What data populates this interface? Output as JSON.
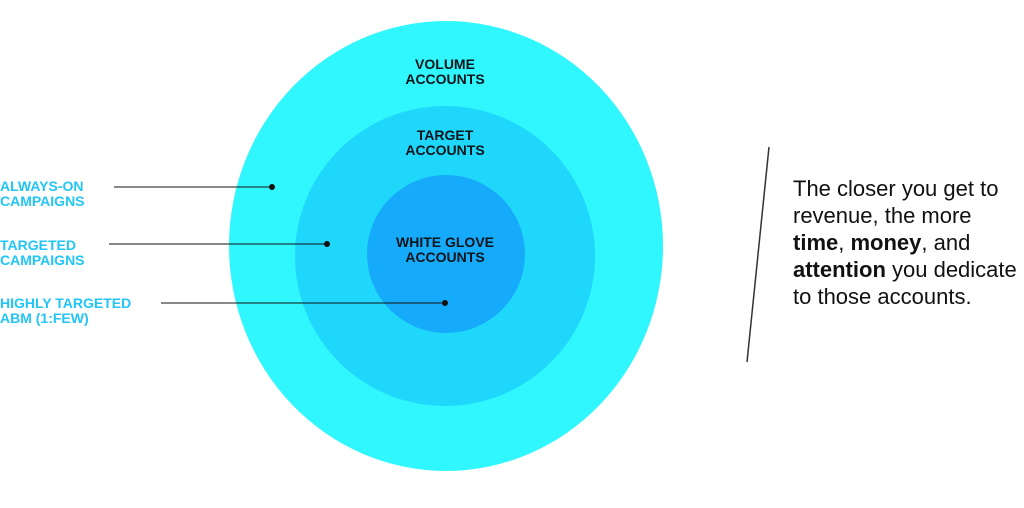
{
  "diagram": {
    "rings": [
      {
        "id": "volume",
        "label": "VOLUME\nACCOUNTS",
        "color": "#2ff7fd"
      },
      {
        "id": "target",
        "label": "TARGET\nACCOUNTS",
        "color": "#1fd7fb"
      },
      {
        "id": "white_glove",
        "label": "WHITE GLOVE\nACCOUNTS",
        "color": "#16aafa"
      }
    ],
    "callouts": [
      {
        "label": "ALWAYS-ON\nCAMPAIGNS",
        "ring": "volume"
      },
      {
        "label": "TARGETED\nCAMPAIGNS",
        "ring": "target"
      },
      {
        "label": "HIGHLY TARGETED\nABM (1:FEW)",
        "ring": "white_glove"
      }
    ],
    "callout_color": "#21c6f7"
  },
  "caption": {
    "part1": "The closer you get to revenue, the more ",
    "bold1": "time",
    "part2": ", ",
    "bold2": "money",
    "part3": ", and ",
    "bold3": "attention",
    "part4": " you dedicate to those accounts."
  }
}
